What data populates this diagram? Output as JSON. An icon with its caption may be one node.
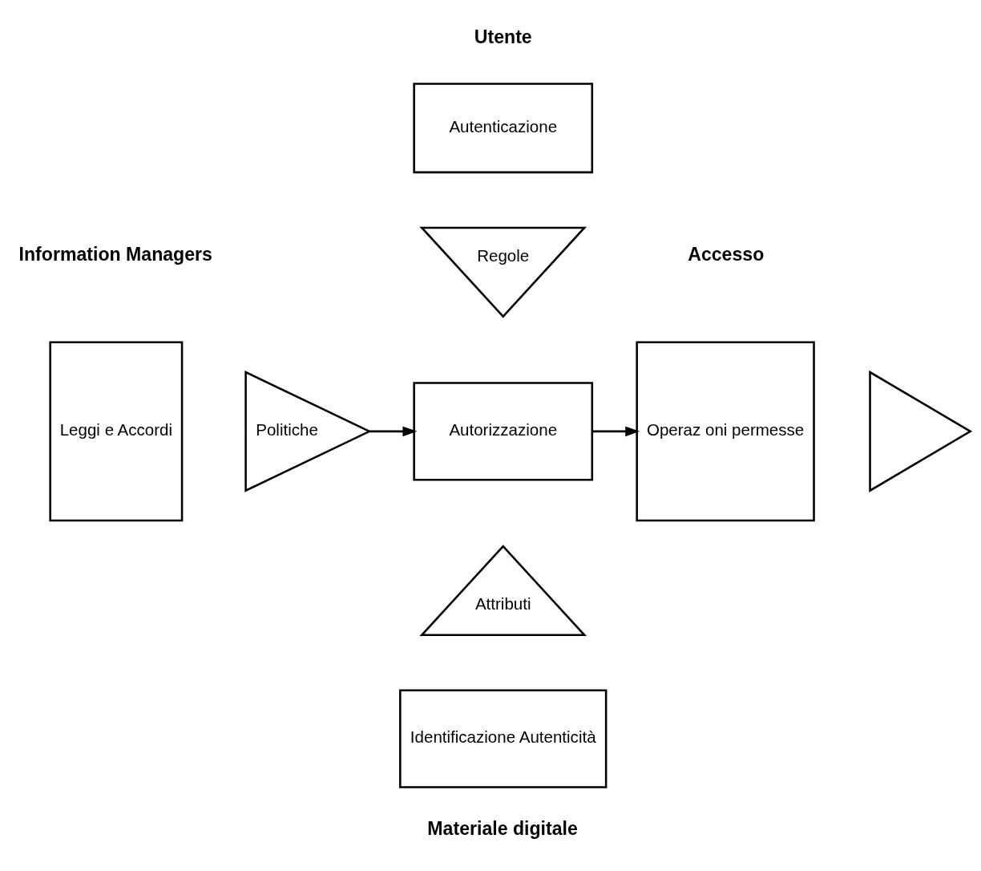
{
  "diagram": {
    "nodes": [
      {
        "text": [
          "Autenticazione"
        ]
      },
      {
        "text": [
          "Regole"
        ]
      },
      {
        "text": [
          "Leggi e Accordi"
        ]
      },
      {
        "text": [
          "Politiche"
        ]
      },
      {
        "text": [
          "Autorizzazione"
        ]
      },
      {
        "text": [
          "Operaz oni permesse"
        ]
      },
      {
        "text": [],
        "shape": "triangle"
      },
      {
        "text": [
          "Attributi"
        ]
      },
      {
        "text": [
          "Identificazione Autenticità"
        ]
      }
    ],
    "edges": [
      {
        "from": 3,
        "to": 4,
        "arrow": "to"
      },
      {
        "from": 4,
        "to": 5,
        "arrow": "to"
      }
    ],
    "labels": [
      "Utente",
      "Information Managers",
      "Accesso",
      "Materiale digitale"
    ]
  }
}
